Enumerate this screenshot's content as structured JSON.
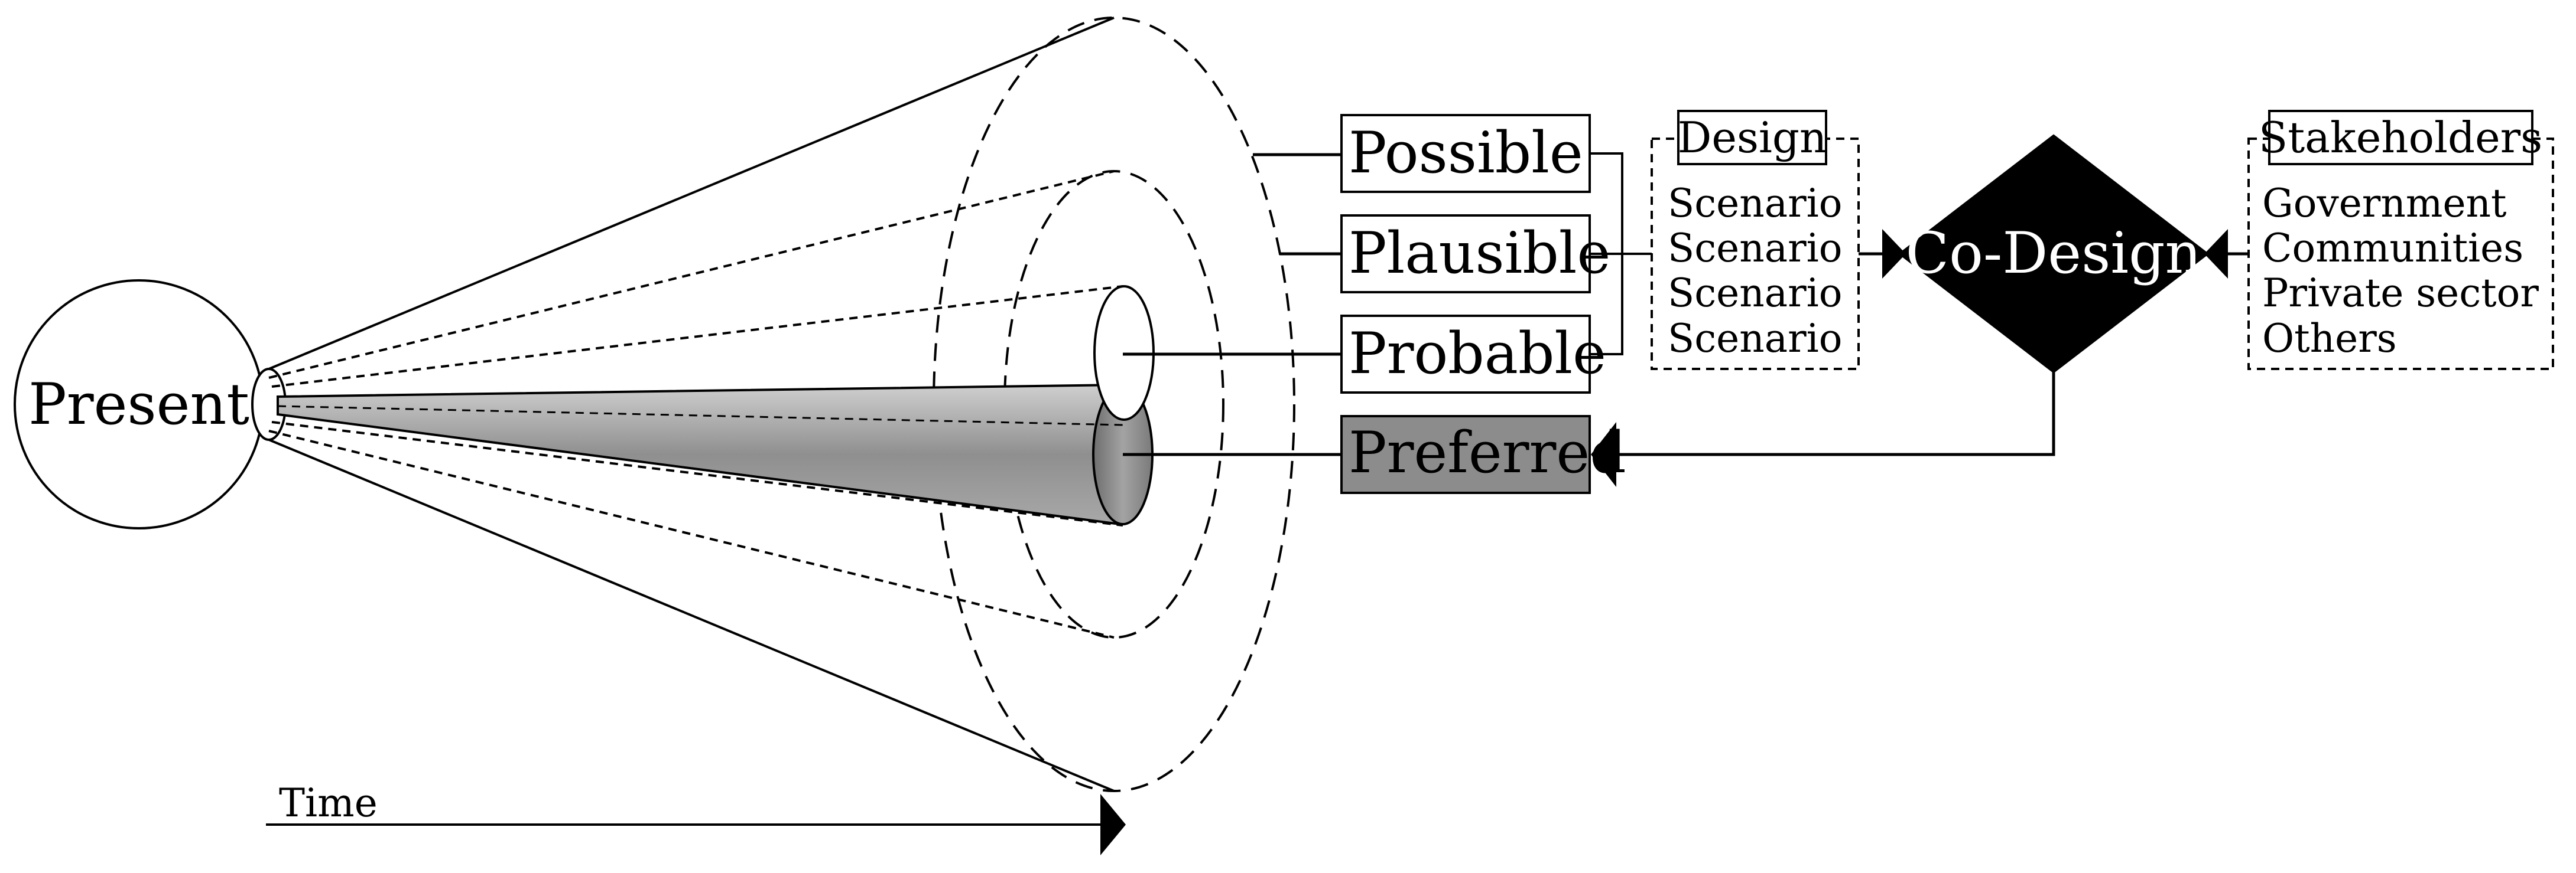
{
  "present_label": "Present",
  "time_label": "Time",
  "futures": {
    "possible": "Possible",
    "plausible": "Plausible",
    "probable": "Probable",
    "preferred": "Preferred"
  },
  "design": {
    "title": "Design",
    "scenarios": [
      "Scenario",
      "Scenario",
      "Scenario",
      "Scenario"
    ]
  },
  "codesign_label": "Co-Design",
  "stakeholders": {
    "title": "Stakeholders",
    "items": [
      "Government",
      "Communities",
      "Private sector",
      "Others"
    ]
  },
  "colors": {
    "preferred_fill": "#8c8c8c",
    "codesign_fill": "#000000",
    "codesign_text": "#ffffff"
  }
}
